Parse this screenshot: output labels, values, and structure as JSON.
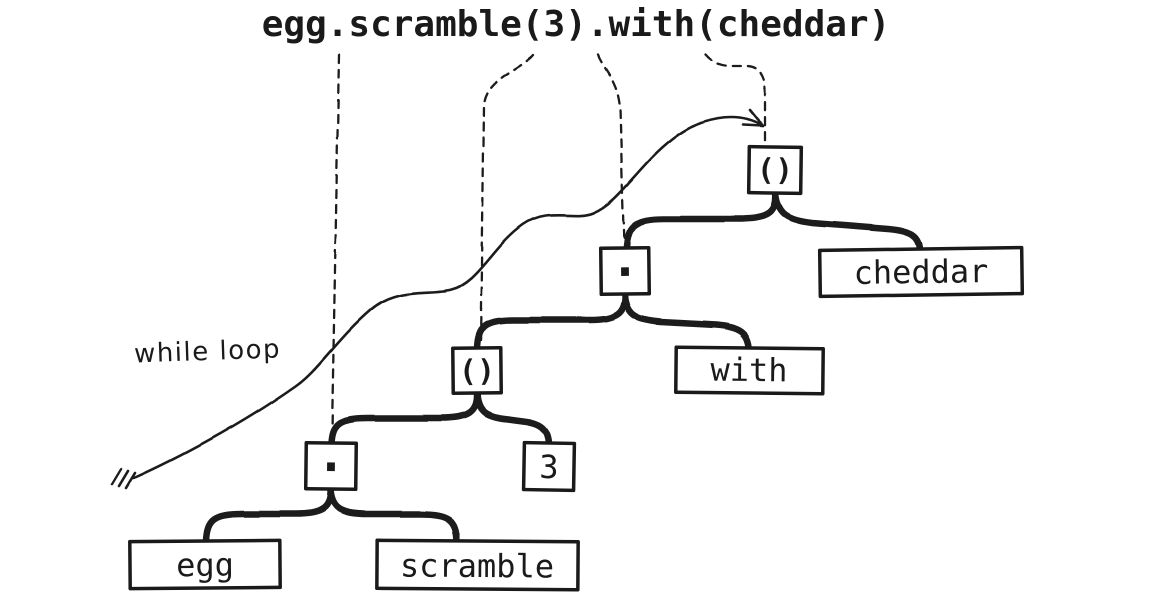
{
  "title": "egg.scramble(3).with(cheddar)",
  "annotation": "while loop",
  "colors": {
    "ink": "#1a1a1a",
    "background": "#ffffff"
  },
  "tree": {
    "description": "abstract syntax tree",
    "nodes": [
      {
        "id": "call-with",
        "label": "()"
      },
      {
        "id": "dot-with",
        "label": "."
      },
      {
        "id": "leaf-cheddar",
        "label": "cheddar"
      },
      {
        "id": "call-scramble",
        "label": "()"
      },
      {
        "id": "leaf-with",
        "label": "with"
      },
      {
        "id": "dot-scramble",
        "label": "."
      },
      {
        "id": "leaf-3",
        "label": "3"
      },
      {
        "id": "leaf-egg",
        "label": "egg"
      },
      {
        "id": "leaf-scramble",
        "label": "scramble"
      }
    ]
  }
}
